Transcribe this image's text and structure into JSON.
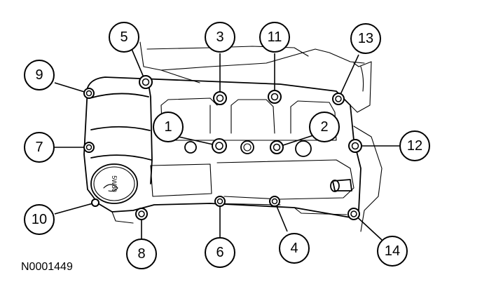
{
  "figure_id": "N0001449",
  "cap_text": "5W30",
  "callouts": [
    "1",
    "2",
    "3",
    "4",
    "5",
    "6",
    "7",
    "8",
    "9",
    "10",
    "11",
    "12",
    "13",
    "14"
  ]
}
